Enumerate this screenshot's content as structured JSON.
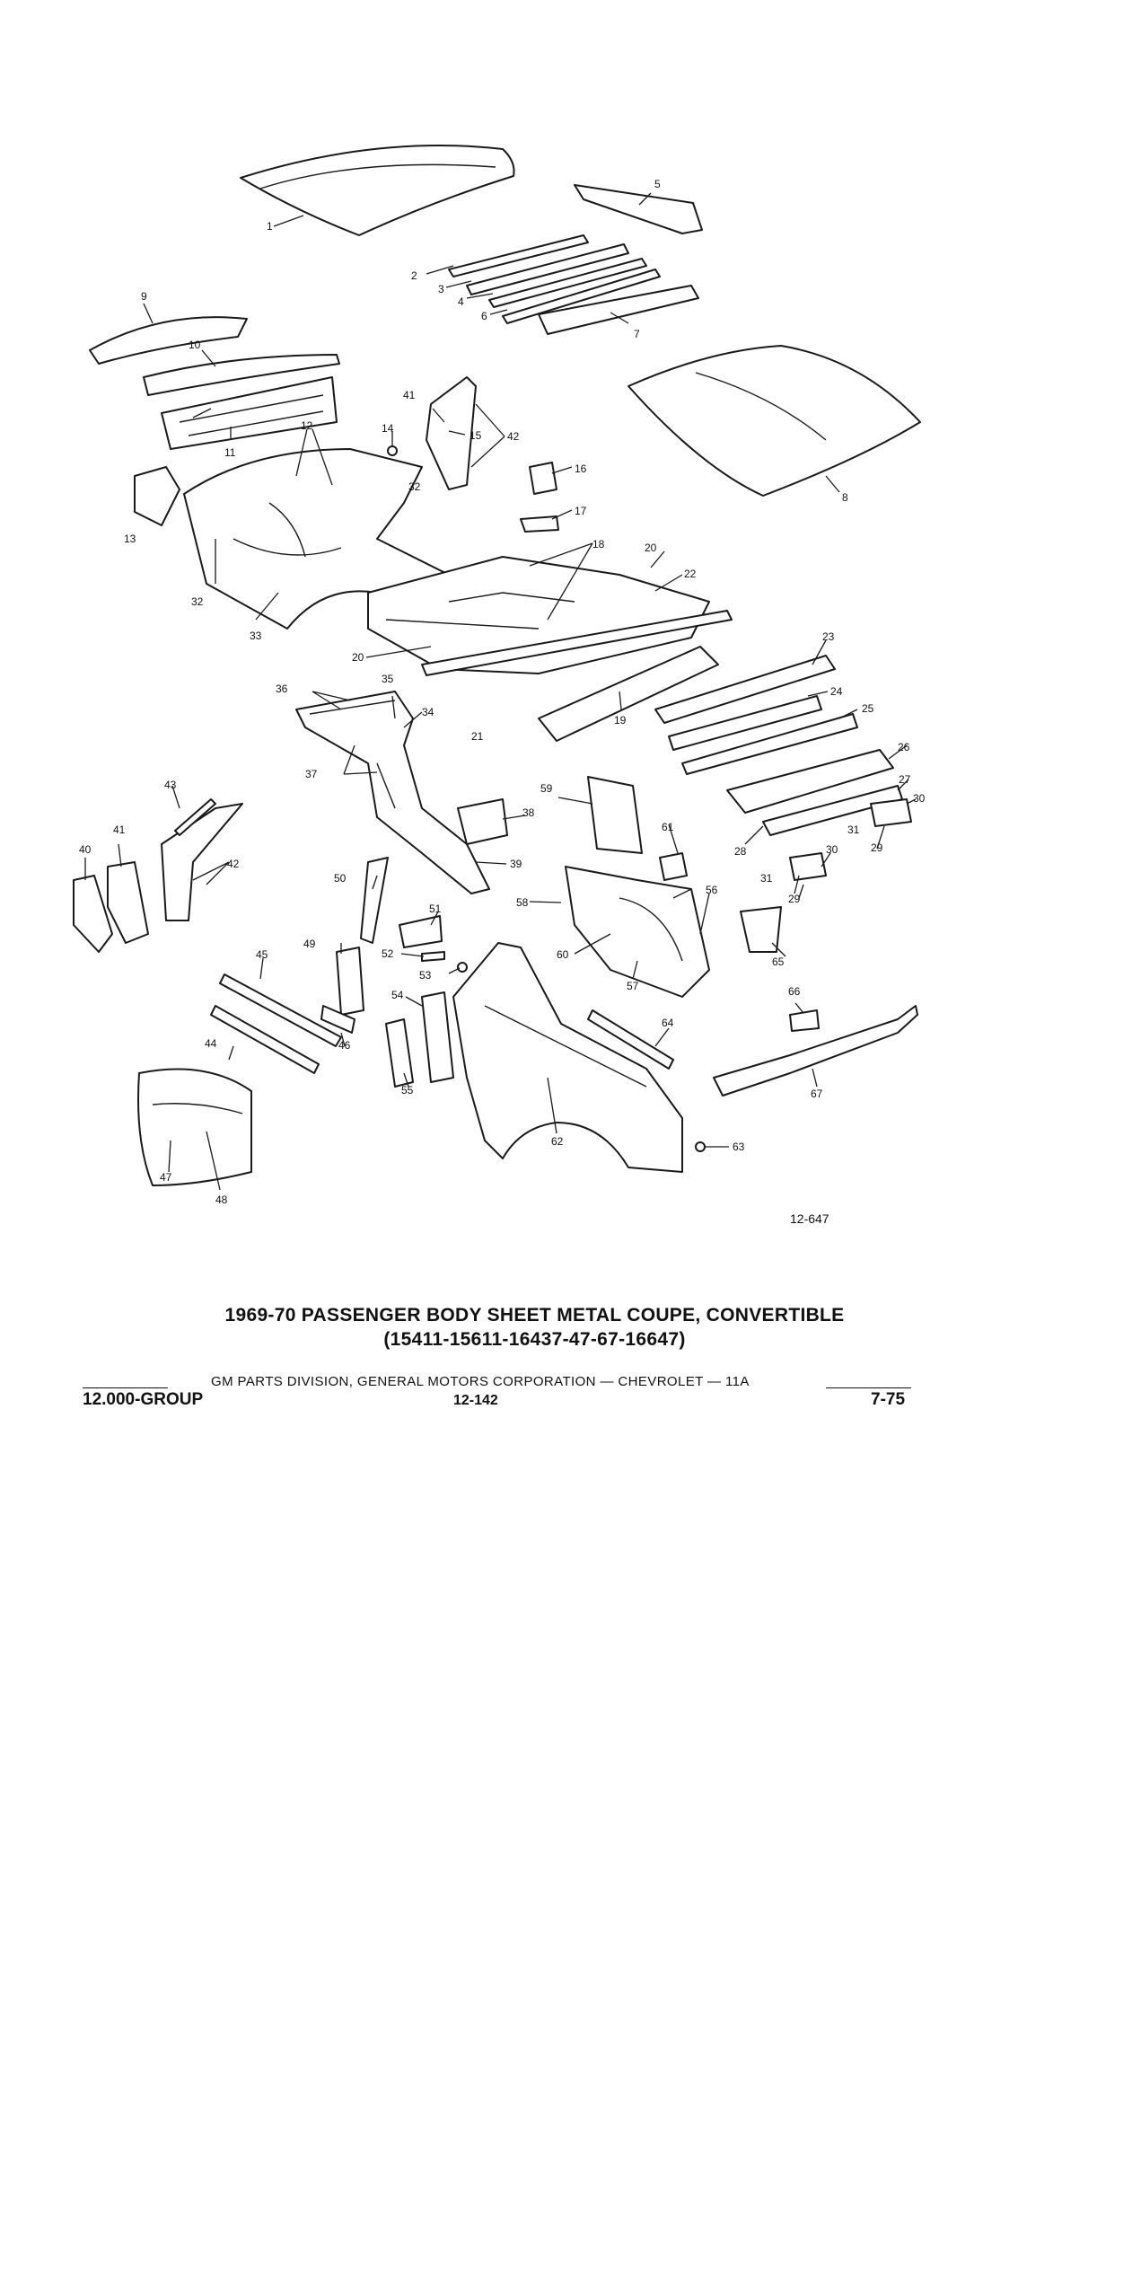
{
  "diagram": {
    "figure_number": "12-647",
    "callouts": [
      "1",
      "2",
      "3",
      "4",
      "5",
      "6",
      "7",
      "8",
      "9",
      "10",
      "11",
      "12",
      "13",
      "14",
      "15",
      "16",
      "17",
      "18",
      "19",
      "20",
      "21",
      "22",
      "23",
      "24",
      "25",
      "26",
      "27",
      "28",
      "29",
      "30",
      "31",
      "32",
      "33",
      "34",
      "35",
      "36",
      "37",
      "38",
      "39",
      "40",
      "41",
      "42",
      "43",
      "44",
      "45",
      "46",
      "47",
      "48",
      "49",
      "50",
      "51",
      "52",
      "53",
      "54",
      "55",
      "56",
      "57",
      "58",
      "59",
      "60",
      "61",
      "62",
      "63",
      "64",
      "65",
      "66",
      "67"
    ]
  },
  "caption": {
    "title": "1969-70 PASSENGER BODY SHEET METAL COUPE, CONVERTIBLE",
    "models": "(15411-15611-16437-47-67-16647)"
  },
  "footer": {
    "division": "GM PARTS DIVISION, GENERAL MOTORS CORPORATION — CHEVROLET — 11A",
    "group": "12.000-GROUP",
    "page": "12-142",
    "date": "7-75"
  }
}
